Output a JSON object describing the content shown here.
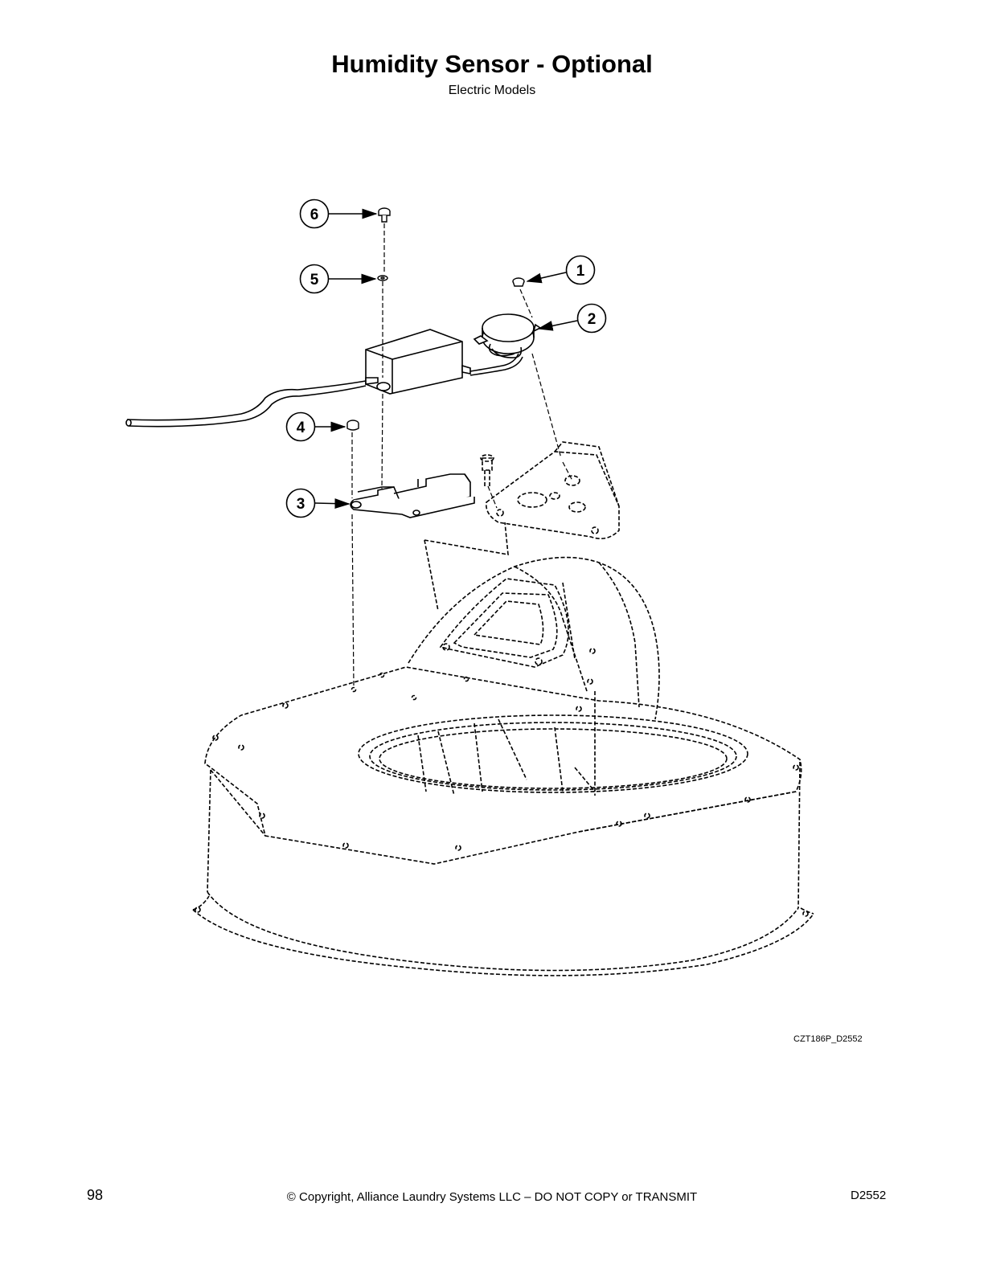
{
  "header": {
    "title": "Humidity Sensor - Optional",
    "subtitle": "Electric Models"
  },
  "diagram": {
    "callouts": [
      "1",
      "2",
      "3",
      "4",
      "5",
      "6"
    ],
    "drawing_code": "CZT186P_D2552"
  },
  "footer": {
    "page_number": "98",
    "copyright": "© Copyright, Alliance Laundry Systems LLC – DO NOT COPY or TRANSMIT",
    "doc_number": "D2552"
  },
  "colors": {
    "line": "#000000",
    "background": "#ffffff"
  }
}
